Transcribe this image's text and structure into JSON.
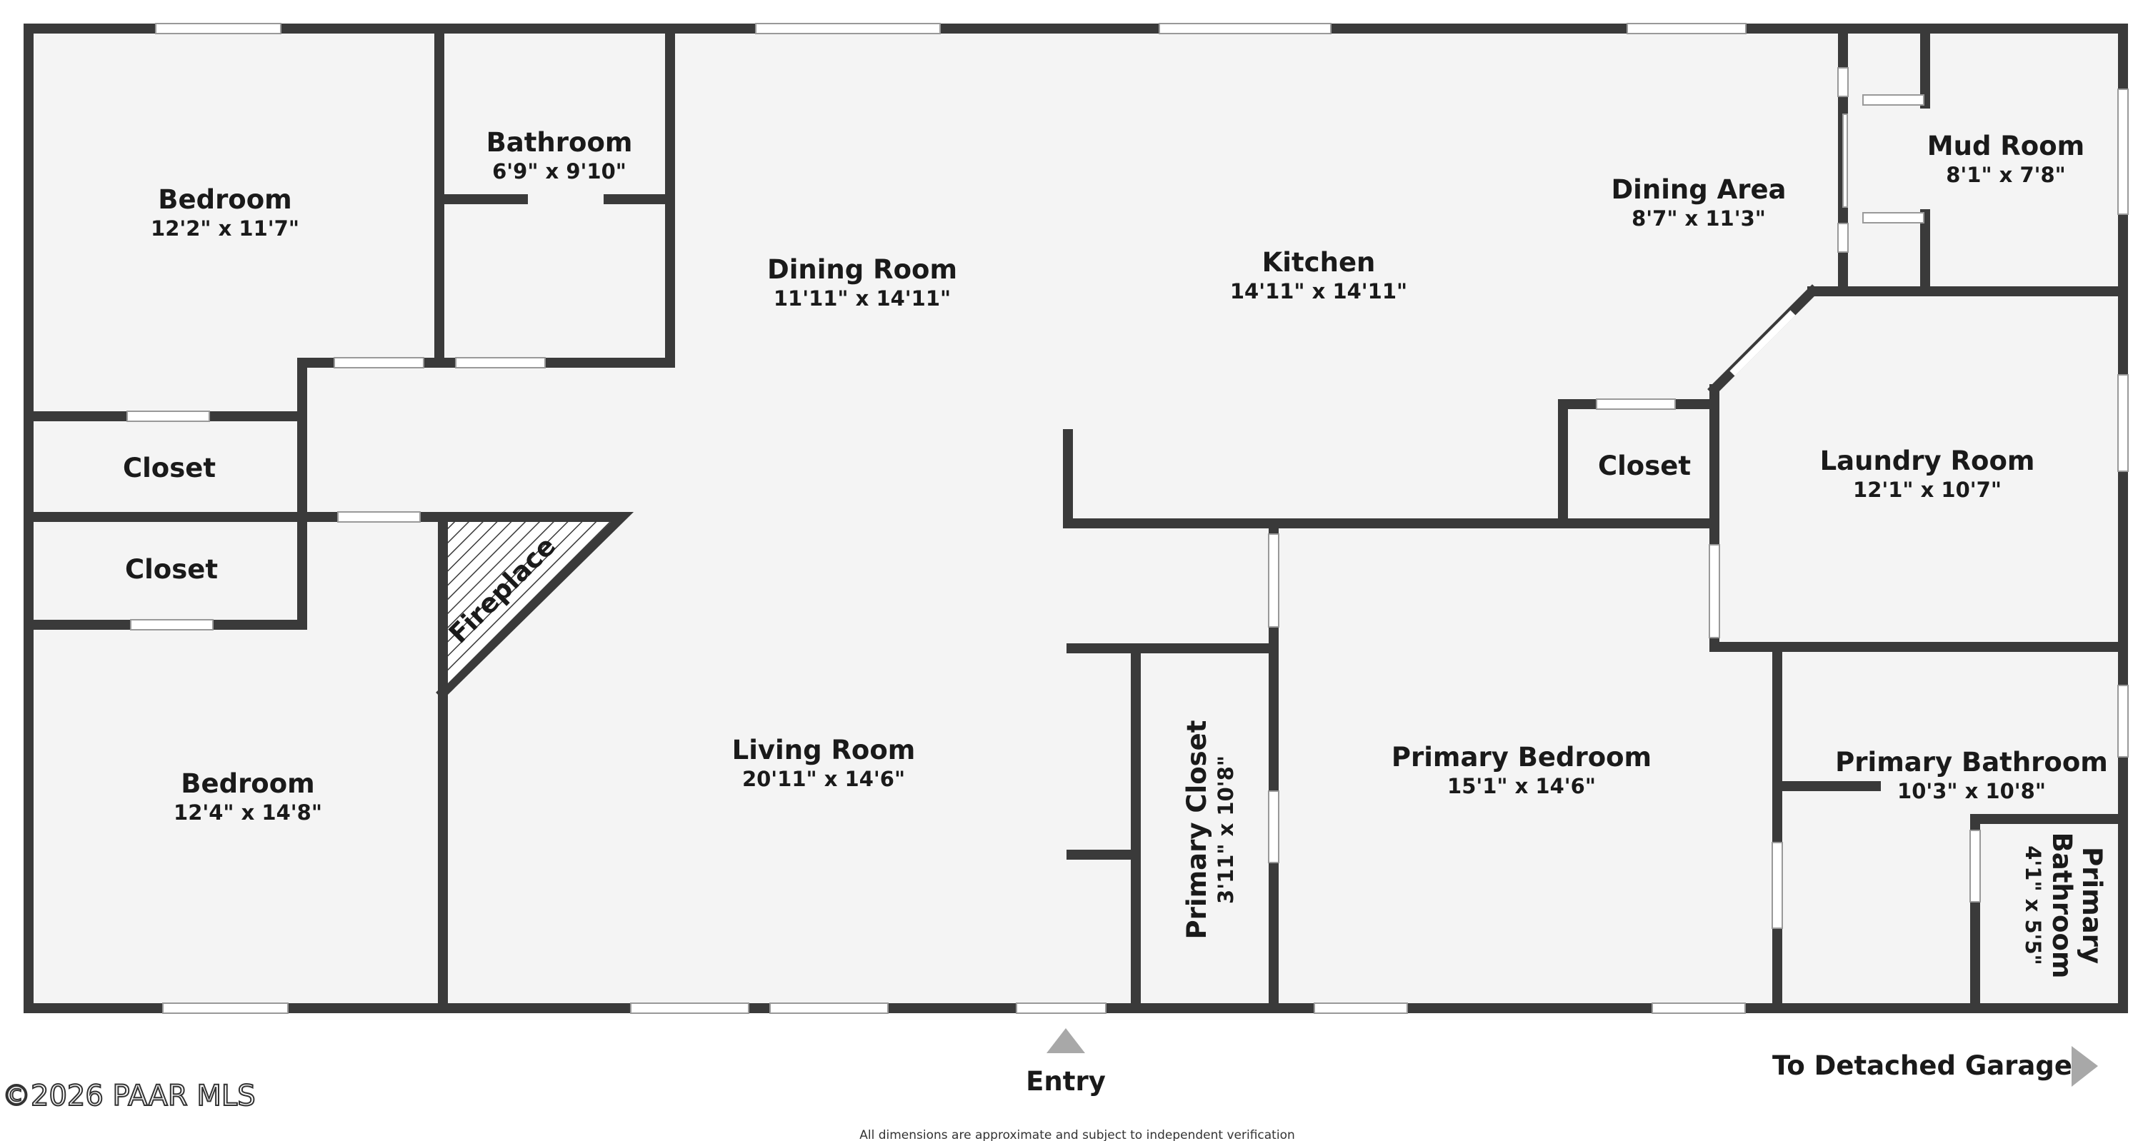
{
  "rooms": {
    "bedroom_top": {
      "name": "Bedroom",
      "dims": "12'2\" x 11'7\""
    },
    "bathroom": {
      "name": "Bathroom",
      "dims": "6'9\" x 9'10\""
    },
    "dining_room": {
      "name": "Dining Room",
      "dims": "11'11\" x 14'11\""
    },
    "kitchen": {
      "name": "Kitchen",
      "dims": "14'11\" x 14'11\""
    },
    "dining_area": {
      "name": "Dining Area",
      "dims": "8'7\" x 11'3\""
    },
    "mud_room": {
      "name": "Mud Room",
      "dims": "8'1\" x 7'8\""
    },
    "closet_1": {
      "name": "Closet"
    },
    "closet_2": {
      "name": "Closet"
    },
    "closet_kitchen": {
      "name": "Closet"
    },
    "laundry_room": {
      "name": "Laundry Room",
      "dims": "12'1\" x 10'7\""
    },
    "fireplace": {
      "name": "Fireplace"
    },
    "bedroom_bottom": {
      "name": "Bedroom",
      "dims": "12'4\" x 14'8\""
    },
    "living_room": {
      "name": "Living Room",
      "dims": "20'11\" x 14'6\""
    },
    "primary_closet": {
      "name": "Primary Closet",
      "dims": "3'11\" x 10'8\""
    },
    "primary_bedroom": {
      "name": "Primary Bedroom",
      "dims": "15'1\" x 14'6\""
    },
    "primary_bathroom": {
      "name": "Primary Bathroom",
      "dims": "10'3\" x 10'8\""
    },
    "primary_bathroom_small": {
      "name_line1": "Primary",
      "name_line2": "Bathroom",
      "dims": "4'1\" x 5'5\""
    }
  },
  "labels": {
    "entry": "Entry",
    "garage": "To Detached Garage",
    "copyright": "©2026 PAAR MLS",
    "disclaimer": "All dimensions are approximate and subject to independent verification"
  },
  "colors": {
    "wall": "#3a3a3a",
    "floor": "#f4f4f4",
    "marker": "#a8a8a8"
  }
}
